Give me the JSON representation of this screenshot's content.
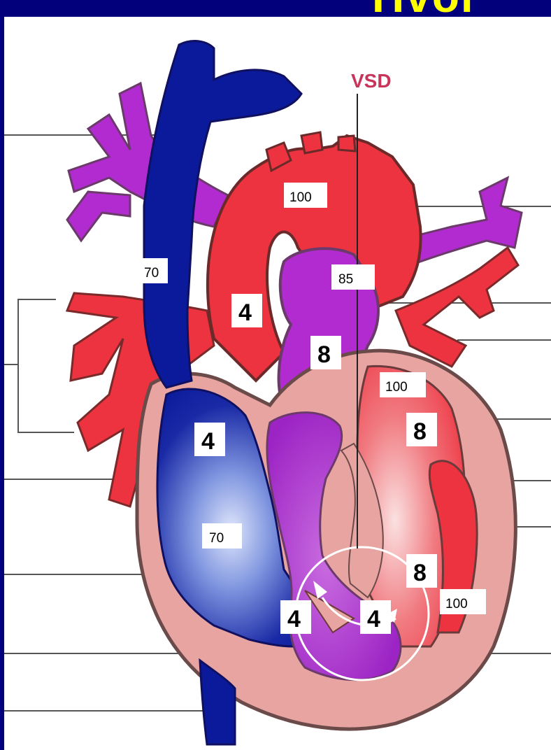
{
  "slide": {
    "title_fragment": "Hvol"
  },
  "diagram": {
    "vsd_label": "VSD",
    "labels": {
      "aorta_sat": "100",
      "svc_sat": "70",
      "pa_sat": "85",
      "la_pressure_top": "4",
      "pa_pressure": "8",
      "lv_sat_upper": "100",
      "lv_pressure_upper": "8",
      "ra_pressure": "4",
      "ra_sat": "70",
      "lv_pressure_lower": "8",
      "lv_sat_lower": "100",
      "rv_pressure_left": "4",
      "rv_pressure_right": "4"
    },
    "colors": {
      "deoxygenated": "#0b1a9a",
      "oxygenated": "#ee3340",
      "mixed": "#b22bd0",
      "myocardium": "#e8a4a0",
      "outline": "#6b4a4a"
    }
  }
}
